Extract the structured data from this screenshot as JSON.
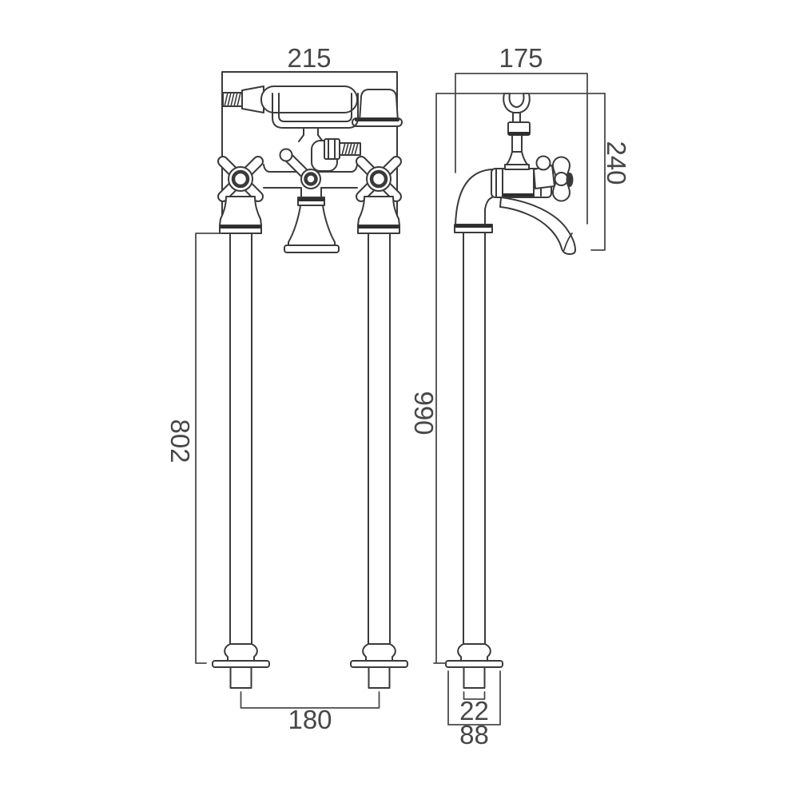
{
  "drawing": {
    "type": "technical-dimension-drawing",
    "subject": "freestanding bath shower mixer with standpipes",
    "views": [
      "front",
      "side"
    ],
    "units_implied": "mm",
    "dimensions": {
      "front": {
        "overall_width": "215",
        "standpipe_height": "802",
        "pipe_centres_spacing": "180"
      },
      "side": {
        "projection_width": "175",
        "overall_height": "990",
        "body_to_spout_depth": "240",
        "pipe_diameter": "22",
        "floor_flange_width": "88"
      }
    },
    "line_color": "#3a3a3a",
    "background_color": "#ffffff"
  }
}
